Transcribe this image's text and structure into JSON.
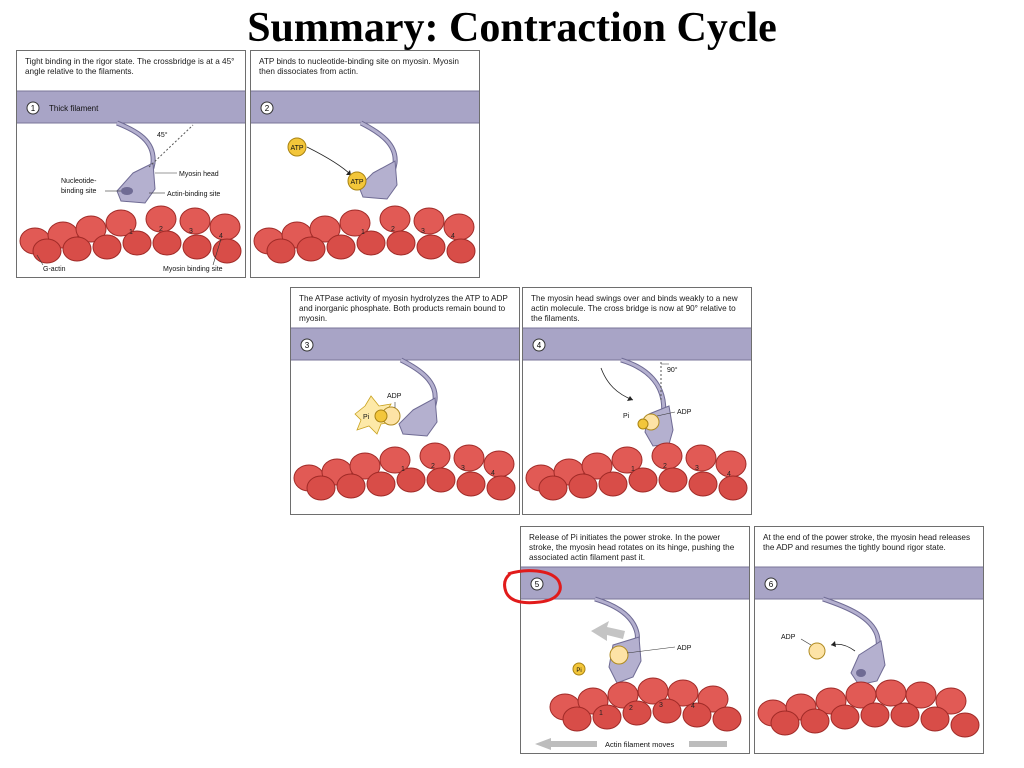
{
  "title": "Summary: Contraction Cycle",
  "panels": [
    {
      "step": "1",
      "text": "Tight binding in the rigor state. The crossbridge is at a 45° angle relative to the filaments.",
      "filament_label": "Thick filament",
      "labels": {
        "angle": "45°",
        "myosin_head": "Myosin head",
        "nucleotide_site_1": "Nucleotide-",
        "nucleotide_site_2": "binding site",
        "actin_site": "Actin-binding site",
        "g_actin": "G-actin",
        "myosin_binding_site": "Myosin binding site"
      }
    },
    {
      "step": "2",
      "text": "ATP binds to nucleotide-binding site on myosin. Myosin then dissociates from actin.",
      "labels": {
        "atp_free": "ATP",
        "atp_bound": "ATP"
      }
    },
    {
      "step": "3",
      "text": "The ATPase activity of myosin hydrolyzes the ATP to ADP and inorganic phosphate. Both products remain bound to myosin.",
      "labels": {
        "adp": "ADP",
        "pi": "Pi"
      }
    },
    {
      "step": "4",
      "text": "The myosin head swings over and binds weakly to a new actin molecule. The cross bridge is now at 90° relative to the filaments.",
      "labels": {
        "angle": "90°",
        "pi": "Pi",
        "adp": "ADP"
      }
    },
    {
      "step": "5",
      "text": "Release of Pi initiates the power stroke. In the power stroke, the myosin head rotates on its hinge, pushing the associated actin filament past it.",
      "labels": {
        "adp": "ADP",
        "pi": "Pi",
        "actin_moves": "Actin filament moves"
      }
    },
    {
      "step": "6",
      "text": "At the end of the power stroke, the myosin head releases the ADP and resumes the tightly bound rigor state.",
      "labels": {
        "adp": "ADP"
      }
    }
  ],
  "actin_numbers": [
    "1",
    "2",
    "3",
    "4"
  ],
  "colors": {
    "actin": "#e15a55",
    "actin_dark": "#b8332f",
    "thick_filament": "#a8a4c6",
    "myosin": "#b4b0cf",
    "atp": "#f3c63a",
    "adp": "#fde3a6",
    "annotation": "#e11b1b"
  }
}
